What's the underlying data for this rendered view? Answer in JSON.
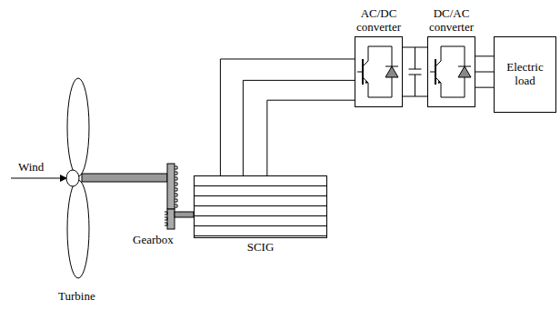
{
  "diagram": {
    "nodes": [
      {
        "text": [
          "SCIG"
        ]
      },
      {
        "text": [
          "AC/DC converter"
        ]
      },
      {
        "text": [
          "DC/AC converter"
        ]
      },
      {
        "text": [
          "Electric load"
        ]
      }
    ],
    "edges": [
      {
        "from": 0,
        "to": 1,
        "arrow": "none"
      },
      {
        "from": 1,
        "to": 2,
        "arrow": "none"
      },
      {
        "from": 2,
        "to": 3,
        "arrow": "none"
      }
    ],
    "labels": [
      "Wind",
      "Turbine",
      "Gearbox"
    ]
  }
}
